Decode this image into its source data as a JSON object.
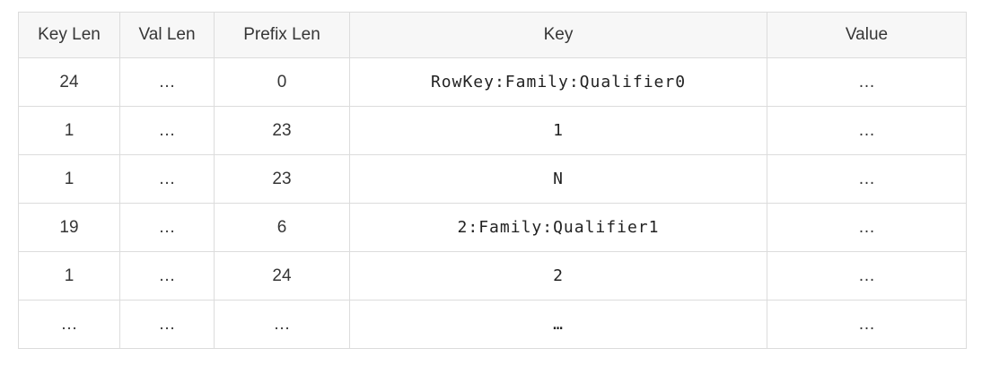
{
  "table": {
    "name": "prefix-compression-table",
    "columns": [
      {
        "label": "Key Len"
      },
      {
        "label": "Val Len"
      },
      {
        "label": "Prefix Len"
      },
      {
        "label": "Key"
      },
      {
        "label": "Value"
      }
    ],
    "rows": [
      {
        "cells": [
          "24",
          "…",
          "0",
          "RowKey:Family:Qualifier0",
          "…"
        ]
      },
      {
        "cells": [
          "1",
          "…",
          "23",
          "1",
          "…"
        ]
      },
      {
        "cells": [
          "1",
          "…",
          "23",
          "N",
          "…"
        ]
      },
      {
        "cells": [
          "19",
          "…",
          "6",
          "2:Family:Qualifier1",
          "…"
        ]
      },
      {
        "cells": [
          "1",
          "…",
          "24",
          "2",
          "…"
        ]
      },
      {
        "cells": [
          "…",
          "…",
          "…",
          "…",
          "…"
        ]
      }
    ]
  },
  "colors": {
    "header_bg": "#f7f7f7",
    "border": "#dcdcdc",
    "text": "#363636",
    "page_bg": "#ffffff"
  }
}
